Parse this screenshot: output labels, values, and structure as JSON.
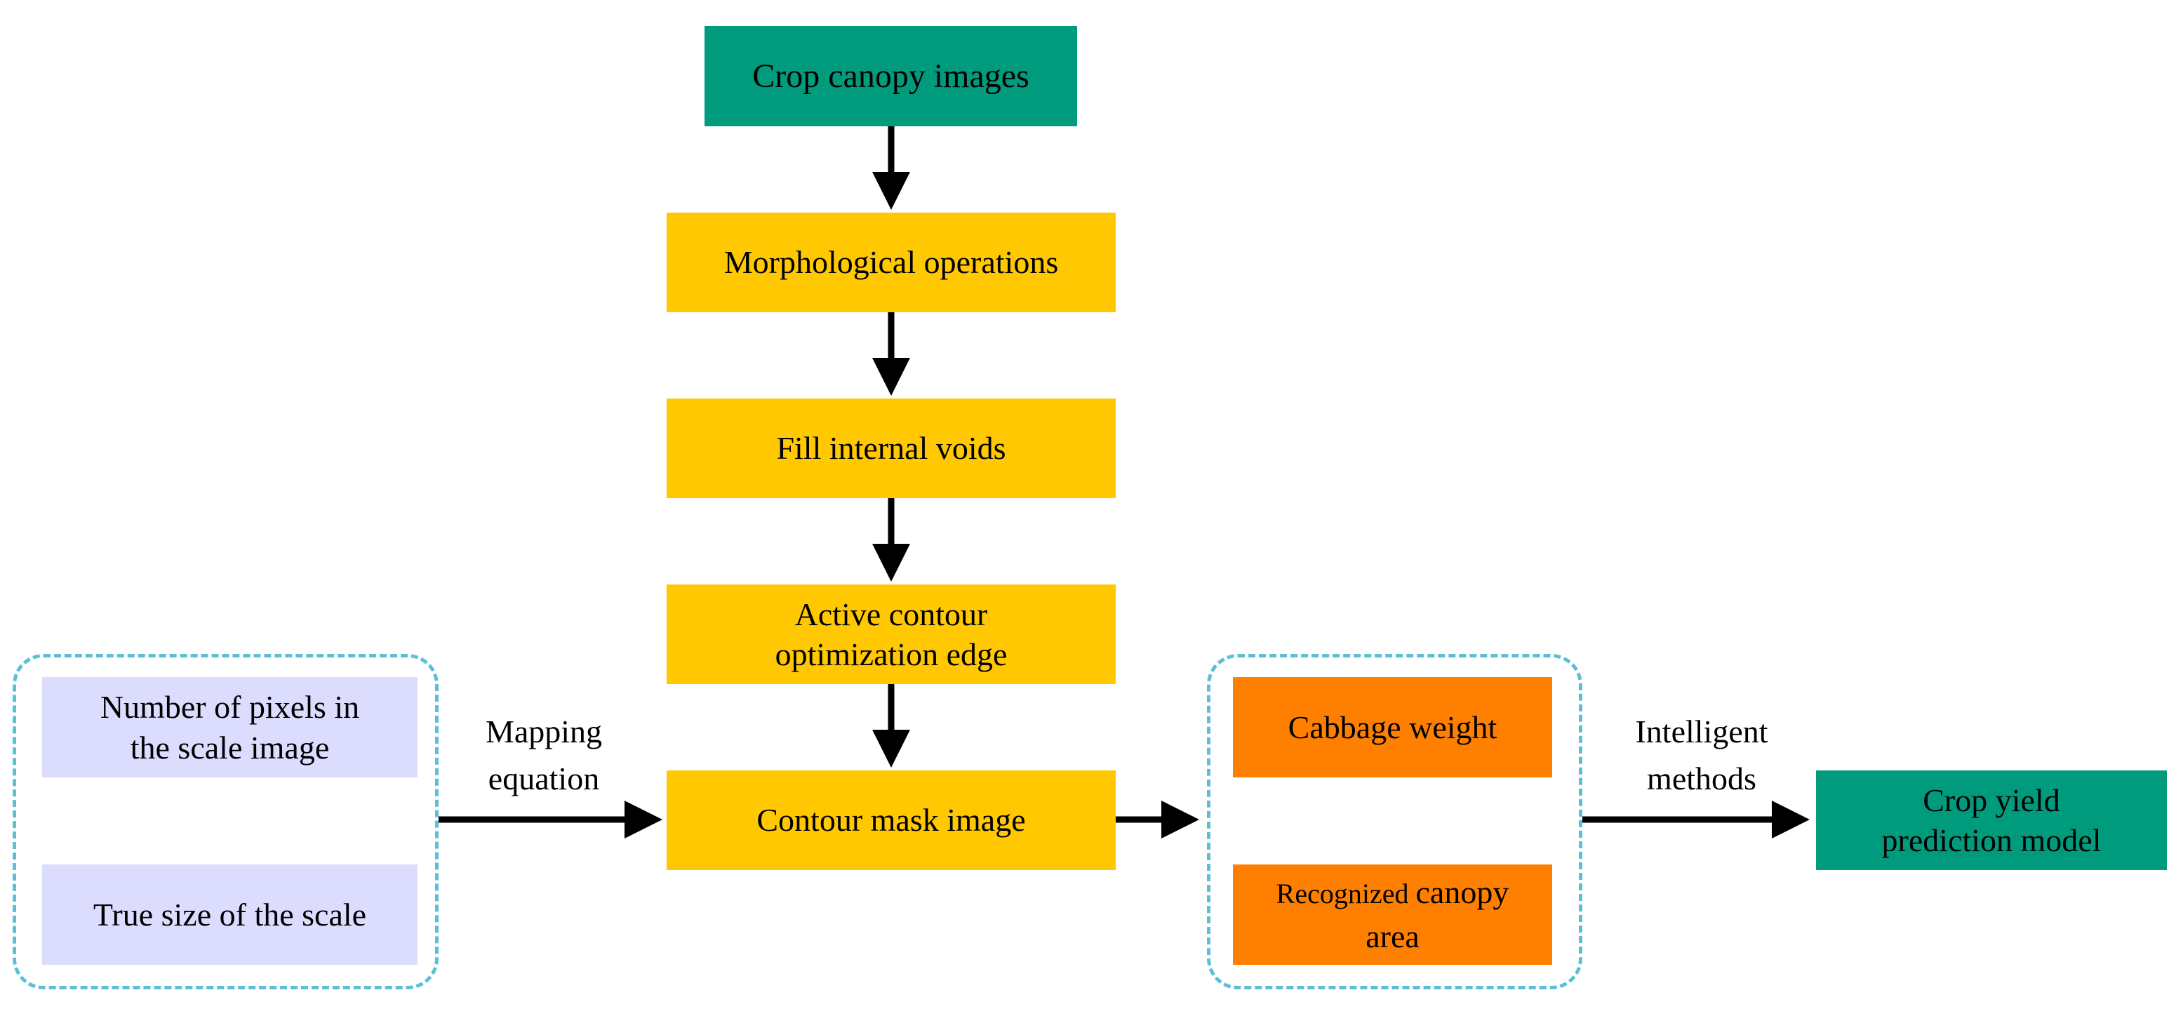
{
  "nodes": {
    "crop_canopy_images": "Crop canopy images",
    "morphological_operations": "Morphological operations",
    "fill_internal_voids": "Fill internal voids",
    "active_contour": [
      "Active contour",
      "optimization edge"
    ],
    "contour_mask_image": "Contour mask image",
    "pixels_in_scale": [
      "Number of pixels in",
      "the scale image"
    ],
    "true_size_scale": "True size of the scale",
    "cabbage_weight": "Cabbage weight",
    "recognized_canopy_area": {
      "small": "Recognized ",
      "large": "canopy",
      "line2": "area"
    },
    "crop_yield_model": [
      "Crop yield",
      "prediction model"
    ]
  },
  "edge_labels": {
    "mapping_equation": [
      "Mapping",
      "equation"
    ],
    "intelligent_methods": [
      "Intelligent",
      "methods"
    ]
  },
  "colors": {
    "input_output": "#009b7d",
    "process": "#ffc800",
    "measurement": "#ff8000",
    "scale": "#dcdcff",
    "group_border": "#5bc0d6",
    "arrow": "#000000"
  }
}
